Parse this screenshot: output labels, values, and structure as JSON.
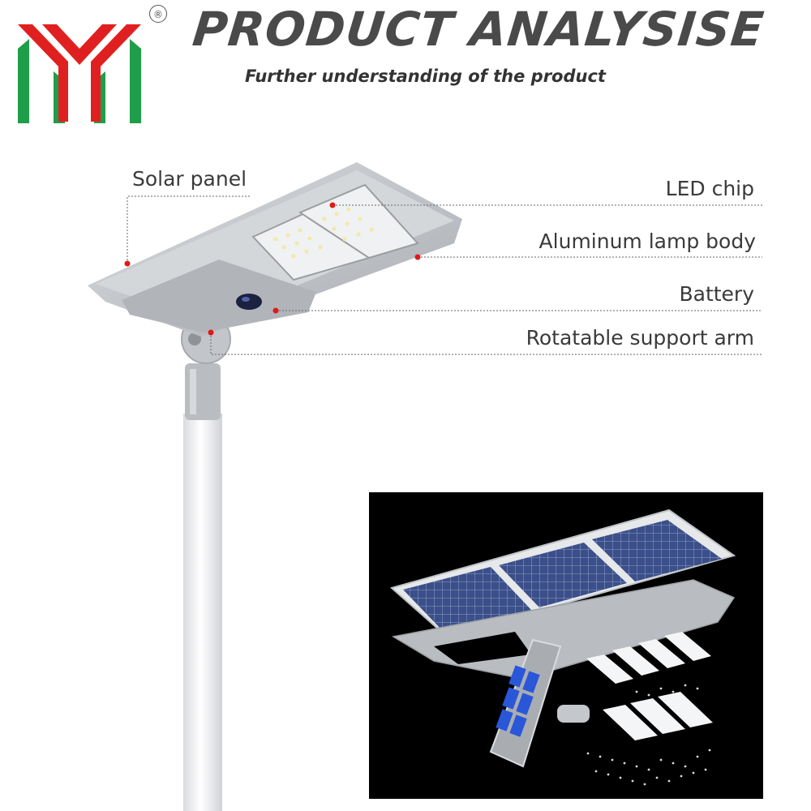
{
  "header": {
    "title": "PRODUCT ANALYSISE",
    "subtitle": "Further understanding of the product",
    "registered_mark": "®"
  },
  "brand": {
    "logo_icon": "ym-logo-icon",
    "colors": {
      "red": "#e02020",
      "green": "#1f9e4a"
    }
  },
  "labels": {
    "solar_panel": "Solar panel",
    "led_chip": "LED chip",
    "lamp_body": "Aluminum lamp body",
    "battery": "Battery",
    "support_arm": "Rotatable support arm"
  },
  "colors": {
    "leader_dot": "#e01818",
    "leader_line": "#666666",
    "lamp_gray": "#c9ccd0",
    "pole": "#eef0f2"
  }
}
